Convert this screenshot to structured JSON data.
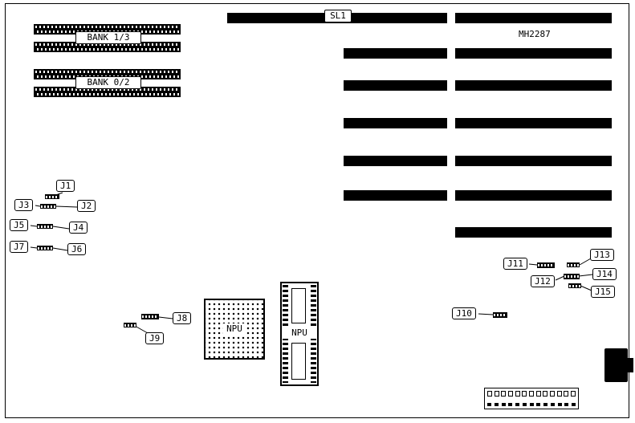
{
  "memory": {
    "bank13": "BANK 1/3",
    "bank02": "BANK 0/2"
  },
  "slots": {
    "sl1": "SL1",
    "part_number": "MH2287"
  },
  "sockets": {
    "pga_npu": "NPU",
    "dip_npu": "NPU"
  },
  "jumpers": {
    "J1": "J1",
    "J2": "J2",
    "J3": "J3",
    "J4": "J4",
    "J5": "J5",
    "J6": "J6",
    "J7": "J7",
    "J8": "J8",
    "J9": "J9",
    "J10": "J10",
    "J11": "J11",
    "J12": "J12",
    "J13": "J13",
    "J14": "J14",
    "J15": "J15"
  }
}
